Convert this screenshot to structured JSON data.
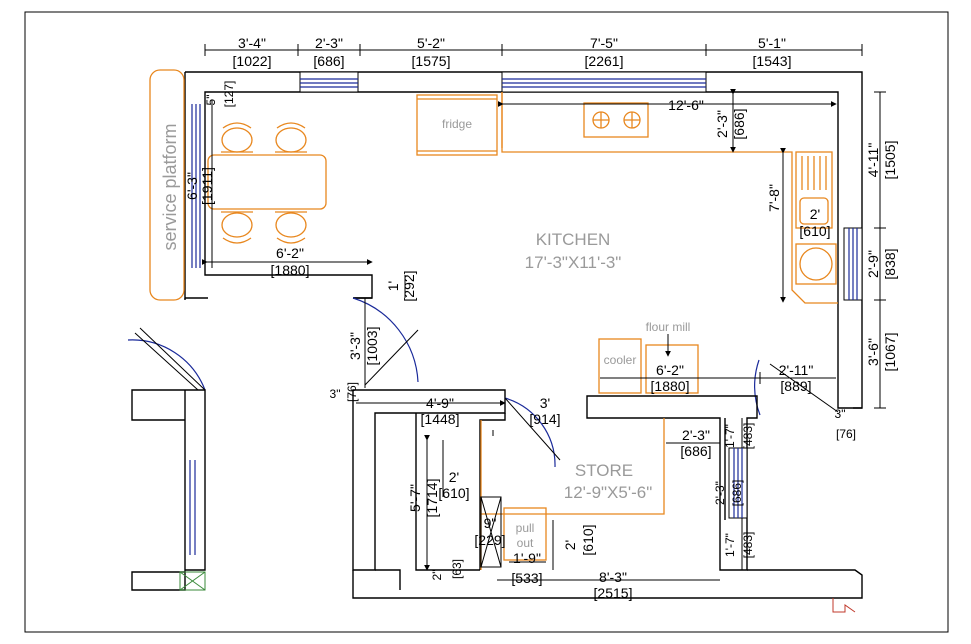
{
  "rooms": {
    "kitchen": {
      "name": "KITCHEN",
      "size": "17'-3\"X11'-3\""
    },
    "store": {
      "name": "STORE",
      "size": "12'-9\"X5'-6\""
    }
  },
  "labels": {
    "service_platform": "service platform",
    "fridge": "fridge",
    "cooler": "cooler",
    "flour_mill": "flour mill",
    "pull_out": [
      "pull",
      "out"
    ]
  },
  "dims_top": [
    {
      "ft": "3'-4\"",
      "mm": "[1022]"
    },
    {
      "ft": "2'-3\"",
      "mm": "[686]"
    },
    {
      "ft": "5'-2\"",
      "mm": "[1575]"
    },
    {
      "ft": "7'-5\"",
      "mm": "[2261]"
    },
    {
      "ft": "5'-1\"",
      "mm": "[1543]"
    }
  ],
  "dims_right": [
    {
      "ft": "4'-11\"",
      "mm": "[1505]"
    },
    {
      "ft": "2'-9\"",
      "mm": "[838]"
    },
    {
      "ft": "3'-6\"",
      "mm": "[1067]"
    }
  ],
  "dims_kitchen": {
    "d5": "5\"",
    "d127": "[127]",
    "d63ft": "6'-3\"",
    "d63mm": "[1911]",
    "d62ft": "6'-2\"",
    "d62mm": "[1880]",
    "d1ft": "1'",
    "d1mm": "[292]",
    "d126": "12'-6\"",
    "d23ft": "2'-3\"",
    "d23mm": "[686]",
    "d78": "7'-8\"",
    "d2ft": "2'",
    "d2mm": "[610]",
    "d33ft": "3'-3\"",
    "d33mm": "[1003]",
    "d3in": "3\"",
    "d3mm": "[76]",
    "d49ft": "4'-9\"",
    "d49mm": "[1448]",
    "d3ft": "3'",
    "d3ftmm": "[914]",
    "d62bft": "6'-2\"",
    "d62bmm": "[1880]",
    "d211ft": "2'-11\"",
    "d211mm": "[889]",
    "d3b": "3\"",
    "d3bmm": "[76]"
  },
  "dims_store": {
    "s23ft": "2'-3\"",
    "s23mm": "[686]",
    "s17a": "1'-7\"",
    "s17amm": "[483]",
    "s23bft": "2'-3\"",
    "s23bmm": "[686]",
    "s17b": "1'-7\"",
    "s17bmm": "[483]",
    "s57ft": "5'-7\"",
    "s57mm": "[1714]",
    "s2ft": "2'",
    "s2mm": "[610]",
    "s9in": "9\"",
    "s9mm": "[229]",
    "s2bft": "2'",
    "s2bmm": "[610]",
    "s2in": "2\"",
    "s2inmm": "[63]",
    "s19ft": "1'-9\"",
    "s19mm": "[533]",
    "s83ft": "8'-3\"",
    "s83mm": "[2515]"
  }
}
